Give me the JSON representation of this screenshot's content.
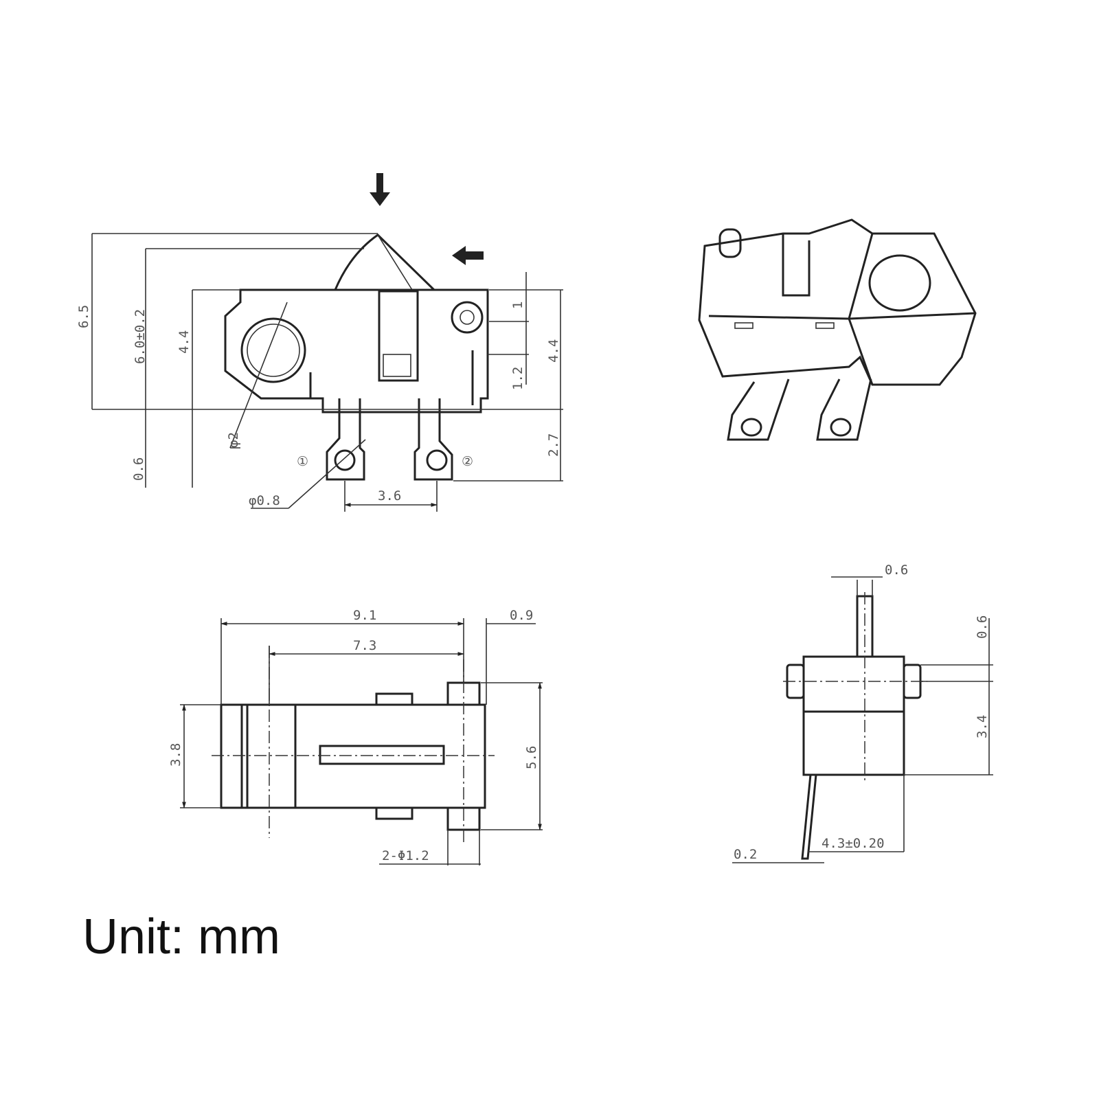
{
  "unit_label": "Unit: mm",
  "front_view": {
    "dims": {
      "overall_height": "6.5",
      "actuator_height": "6.0±0.2",
      "body_height": "4.4",
      "hole_dia": "φ2",
      "lower_left": "0.6",
      "pin_hole_dia": "φ0.8",
      "pin_pitch": "3.6",
      "top_offset": "1",
      "mid_offset": "1.2",
      "right_height": "4.4",
      "pin_length": "2.7"
    },
    "terminals": [
      "①",
      "②"
    ]
  },
  "bottom_view": {
    "dims": {
      "length": "9.1",
      "flange": "0.9",
      "inner_length": "7.3",
      "width": "3.8",
      "peg_span": "5.6",
      "peg_dia": "2-Φ1.2"
    }
  },
  "side_view": {
    "dims": {
      "lever_width": "0.6",
      "peg_height": "0.6",
      "body_height": "3.4",
      "pin_offset": "4.3±0.20",
      "pin_thickness": "0.2"
    }
  }
}
